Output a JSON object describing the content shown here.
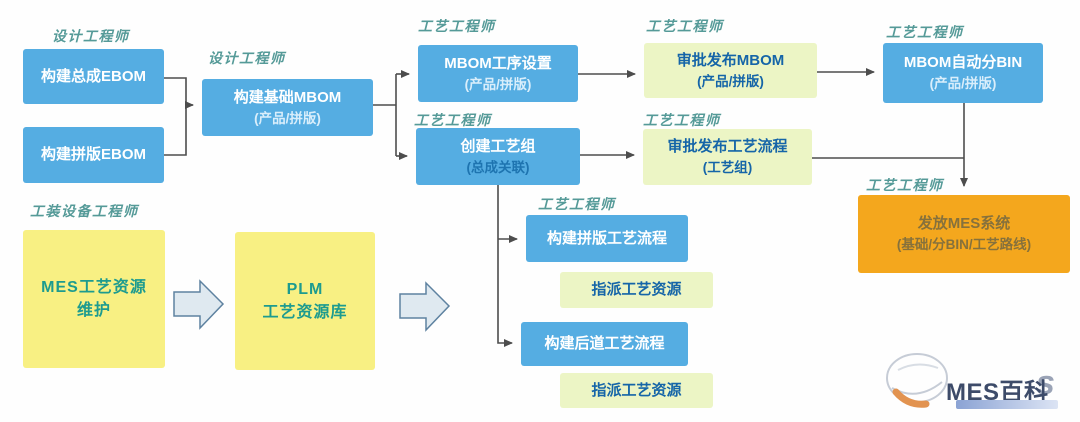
{
  "roles": {
    "design": "设计工程师",
    "process": "工艺工程师",
    "tooling": "工装设备工程师"
  },
  "nodes": {
    "build_assembly_ebom": {
      "title": "构建总成EBOM"
    },
    "build_panel_ebom": {
      "title": "构建拼版EBOM"
    },
    "build_base_mbom": {
      "title": "构建基础MBOM",
      "subtitle": "(产品/拼版)"
    },
    "mbom_process_setup": {
      "title": "MBOM工序设置",
      "subtitle": "(产品/拼版)"
    },
    "create_process_group": {
      "title": "创建工艺组",
      "subtitle": "(总成关联)"
    },
    "approve_release_mbom": {
      "title": "审批发布MBOM",
      "subtitle": "(产品/拼版)"
    },
    "approve_release_process_flow": {
      "title": "审批发布工艺流程",
      "subtitle": "(工艺组)"
    },
    "mbom_auto_bin": {
      "title": "MBOM自动分BIN",
      "subtitle": "(产品/拼版)"
    },
    "release_mes_system": {
      "title": "发放MES系统",
      "subtitle": "(基础/分BIN/工艺路线)"
    },
    "mes_resource_maintain": {
      "title": "MES工艺资源",
      "subtitle": "维护"
    },
    "plm_resource_lib": {
      "title": "PLM",
      "subtitle": "工艺资源库"
    },
    "build_panel_process_flow": {
      "title": "构建拼版工艺流程"
    },
    "assign_process_resource_1": {
      "title": "指派工艺资源"
    },
    "build_backend_process_flow": {
      "title": "构建后道工艺流程"
    },
    "assign_process_resource_2": {
      "title": "指派工艺资源"
    }
  },
  "logo": {
    "text": "MES百科",
    "suffix": "s"
  },
  "colors": {
    "node_blue": "#55ade2",
    "node_green": "#ecf5c5",
    "node_yellow": "#f8f083",
    "node_orange": "#f4a71d",
    "green_text": "#1565a8",
    "yellow_text": "#1d9b8f",
    "orange_text": "#86713c",
    "role_label": "#43908d",
    "connector": "#4d4d4d",
    "block_arrow_fill": "#dfe9f0",
    "block_arrow_stroke": "#5e82a0"
  }
}
